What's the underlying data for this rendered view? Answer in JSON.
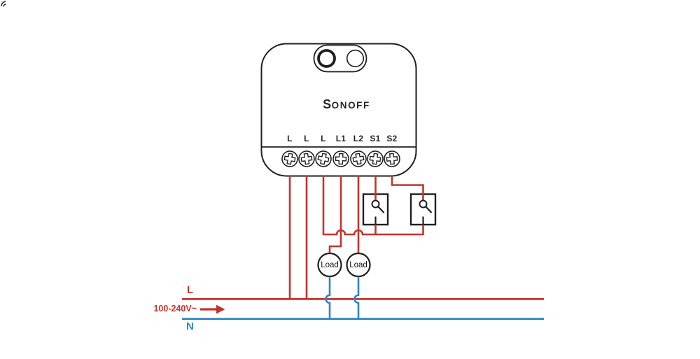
{
  "device": {
    "brand": "SONOFF",
    "terminals": [
      "L",
      "L",
      "L",
      "L1",
      "L2",
      "S1",
      "S2"
    ]
  },
  "loads": [
    "Load",
    "Load"
  ],
  "power": {
    "line_label": "L",
    "neutral_label": "N",
    "voltage": "100-240V~"
  },
  "colors": {
    "live": "#c3342f",
    "neutral": "#2e86c3",
    "outline": "#1f1f1f"
  }
}
